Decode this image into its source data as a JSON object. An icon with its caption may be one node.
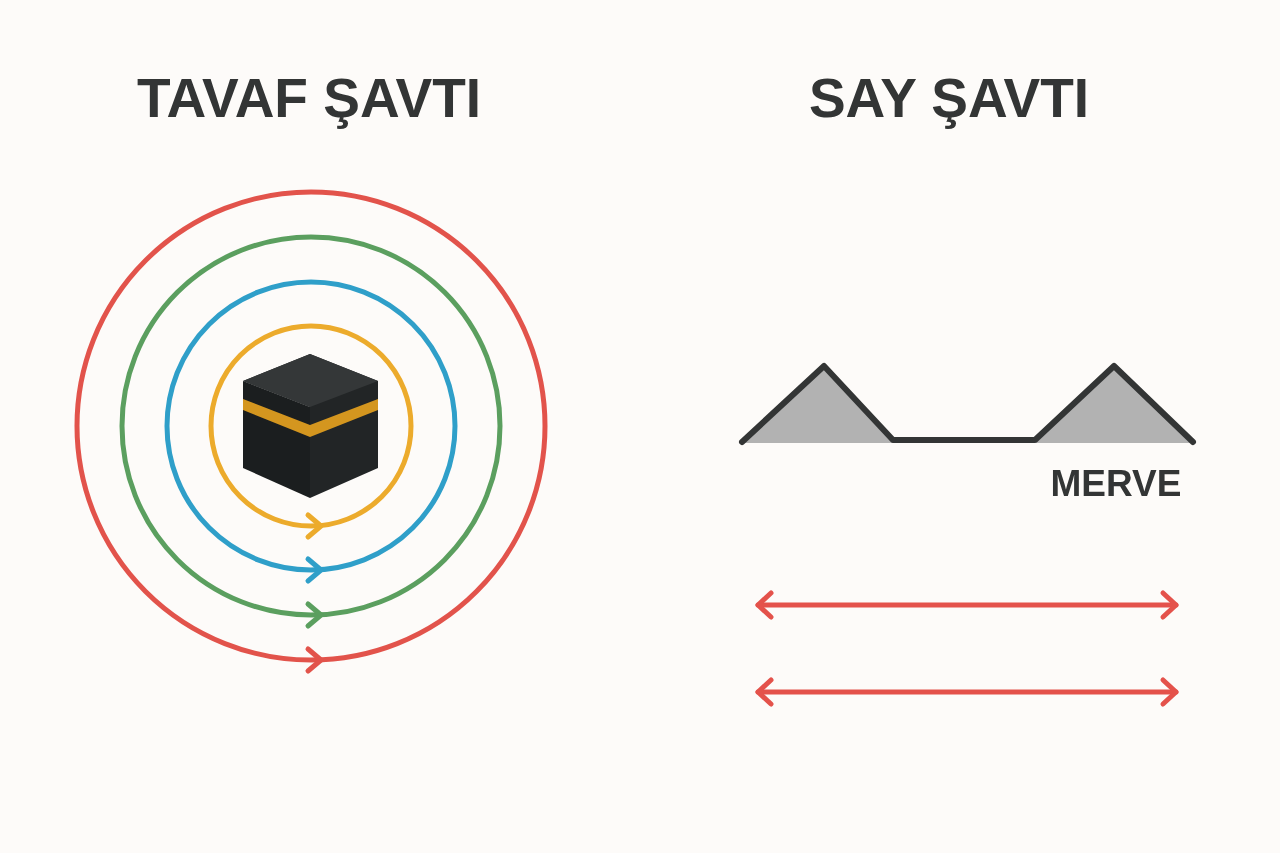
{
  "diagram": {
    "labels": [
      "TAVAF ŞAVTI",
      "SAY ŞAVTI",
      "MERVE"
    ]
  }
}
